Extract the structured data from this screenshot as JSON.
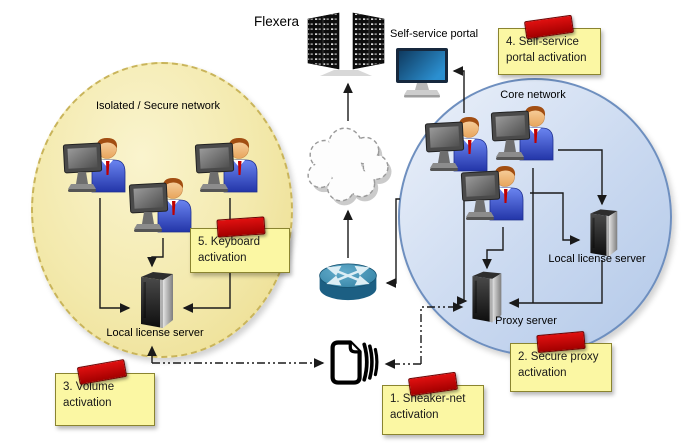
{
  "diagram": {
    "labels": {
      "flexera": "Flexera",
      "self_service_portal": "Self-service portal",
      "isolated_network": "Isolated / Secure network",
      "core_network": "Core network",
      "local_license_server_isolated": "Local license server",
      "local_license_server_core": "Local license server",
      "proxy_server": "Proxy server"
    },
    "notes": {
      "n1": "1. Sneaker-net\nactivation",
      "n2": "2. Secure proxy\nactivation",
      "n3": "3. Volume\nactivation",
      "n4": "4. Self-service\nportal activation",
      "n5": "5. Keyboard\nactivation"
    },
    "icons": [
      "server-rack-icon",
      "cloud-icon",
      "router-icon",
      "portal-monitor-icon",
      "document-icon",
      "user-workstation-icon",
      "server-tower-icon",
      "pushpin-icon"
    ],
    "colors": {
      "isolated_network_fill": "#F3E9AC",
      "isolated_network_border": "#C9B45A",
      "core_network_fill": "#C3D4EE",
      "core_network_border": "#6E8FBF",
      "note_fill": "#FBF7A3",
      "note_border": "#8A8430",
      "pin_red": "#C00000",
      "connector": "#1A1A1A",
      "router_blue": "#2E7DA0",
      "portal_screen_blue": "#1B75B0"
    }
  }
}
